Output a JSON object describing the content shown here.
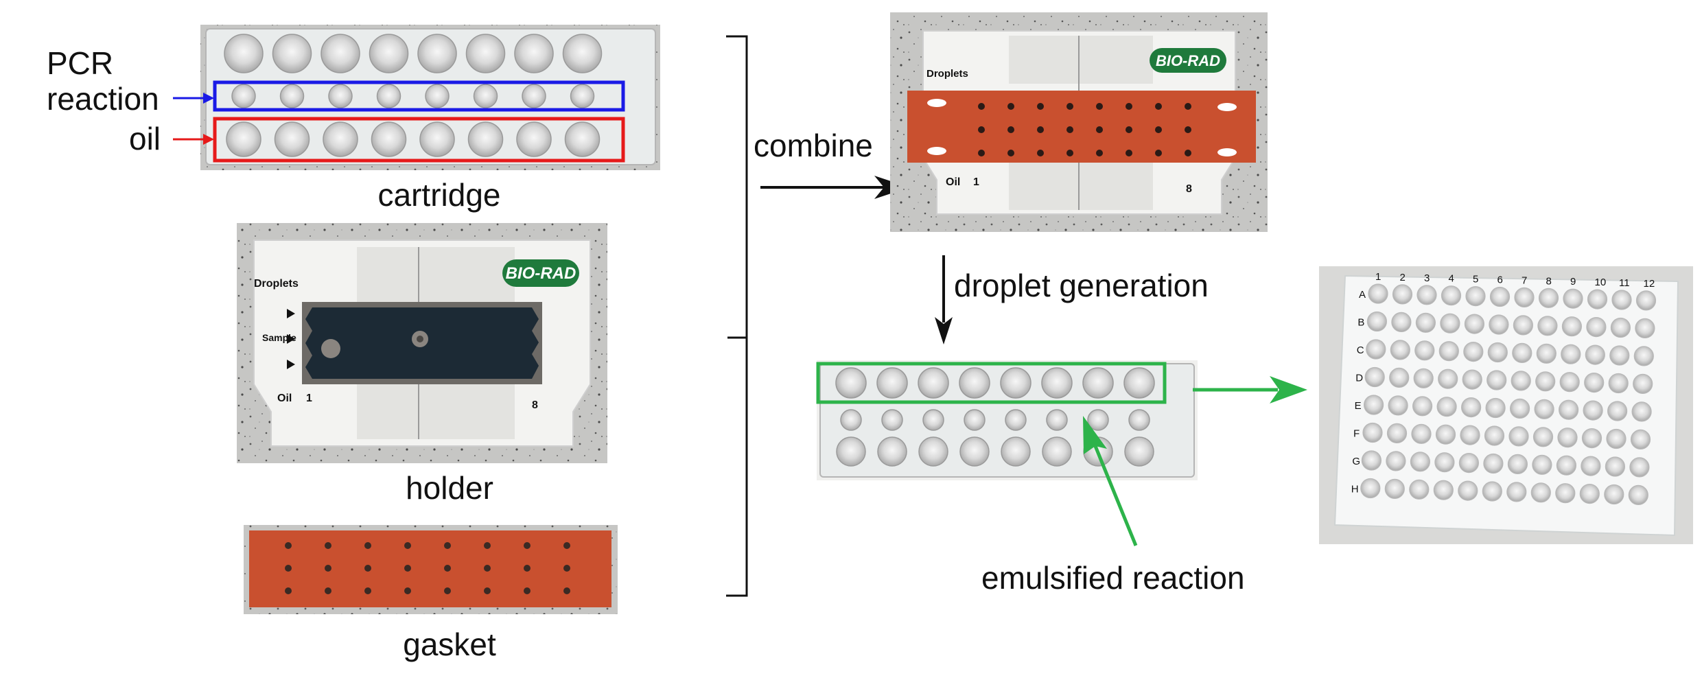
{
  "labels": {
    "pcr_line1": "PCR",
    "pcr_line2": "reaction",
    "oil": "oil",
    "cartridge": "cartridge",
    "holder": "holder",
    "gasket": "gasket",
    "combine": "combine",
    "droplet_generation": "droplet generation",
    "emulsified_reaction": "emulsified reaction"
  },
  "device_text": {
    "brand": "BIO-RAD",
    "droplets": "Droplets",
    "sample": "Sample",
    "oil": "Oil",
    "col_first": "1",
    "col_last": "8"
  },
  "plate": {
    "rows": [
      "A",
      "B",
      "C",
      "D",
      "E",
      "F",
      "G",
      "H"
    ],
    "cols": [
      "1",
      "2",
      "3",
      "4",
      "5",
      "6",
      "7",
      "8",
      "9",
      "10",
      "11",
      "12"
    ]
  },
  "colors": {
    "pcr_highlight": "#1a1ae6",
    "oil_highlight": "#e61a1a",
    "emulsion_highlight": "#2db34a",
    "gasket": "#c9502f",
    "brand_green": "#1f7a3c",
    "holder_white": "#f3f3f1",
    "speckled_bg": "#c9c9c9"
  }
}
